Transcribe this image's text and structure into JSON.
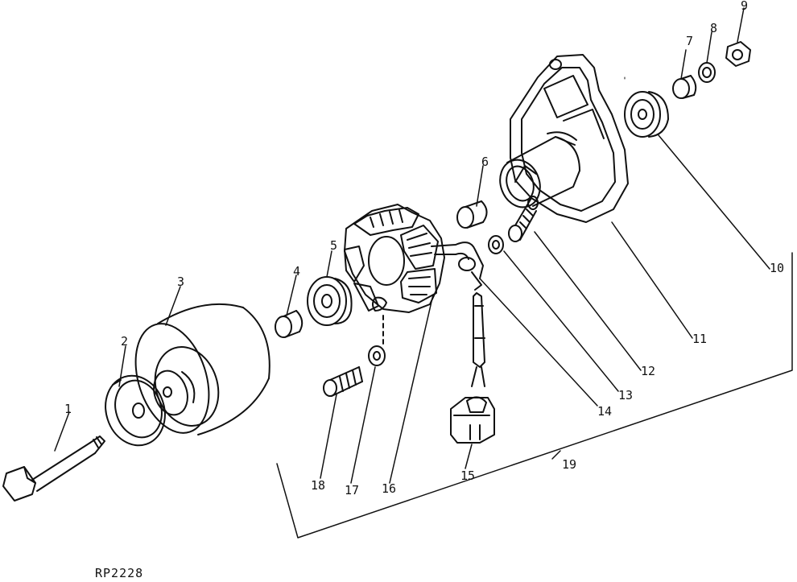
{
  "figure_code": "RP2228",
  "callouts": {
    "c1": "1",
    "c2": "2",
    "c3": "3",
    "c4": "4",
    "c5": "5",
    "c6": "6",
    "c7": "7",
    "c8": "8",
    "c9": "9",
    "c10": "10",
    "c11": "11",
    "c12": "12",
    "c13": "13",
    "c14": "14",
    "c15": "15",
    "c16": "16",
    "c17": "17",
    "c18": "18",
    "c19": "19"
  },
  "colors": {
    "ink": "#111111",
    "paper": "#ffffff"
  }
}
